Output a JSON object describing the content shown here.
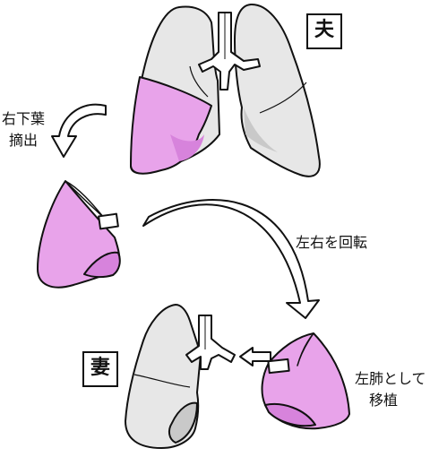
{
  "labels": {
    "husband": "夫",
    "wife": "妻",
    "extract_line1": "右下葉",
    "extract_line2": "摘出",
    "rotate": "左右を回転",
    "transplant_line1": "左肺として",
    "transplant_line2": "移植"
  },
  "colors": {
    "lobe_fill": "#e8a3ea",
    "lung_fill": "#e7e7e7",
    "lung_shadow": "#bdbdbd",
    "outline": "#111111"
  }
}
